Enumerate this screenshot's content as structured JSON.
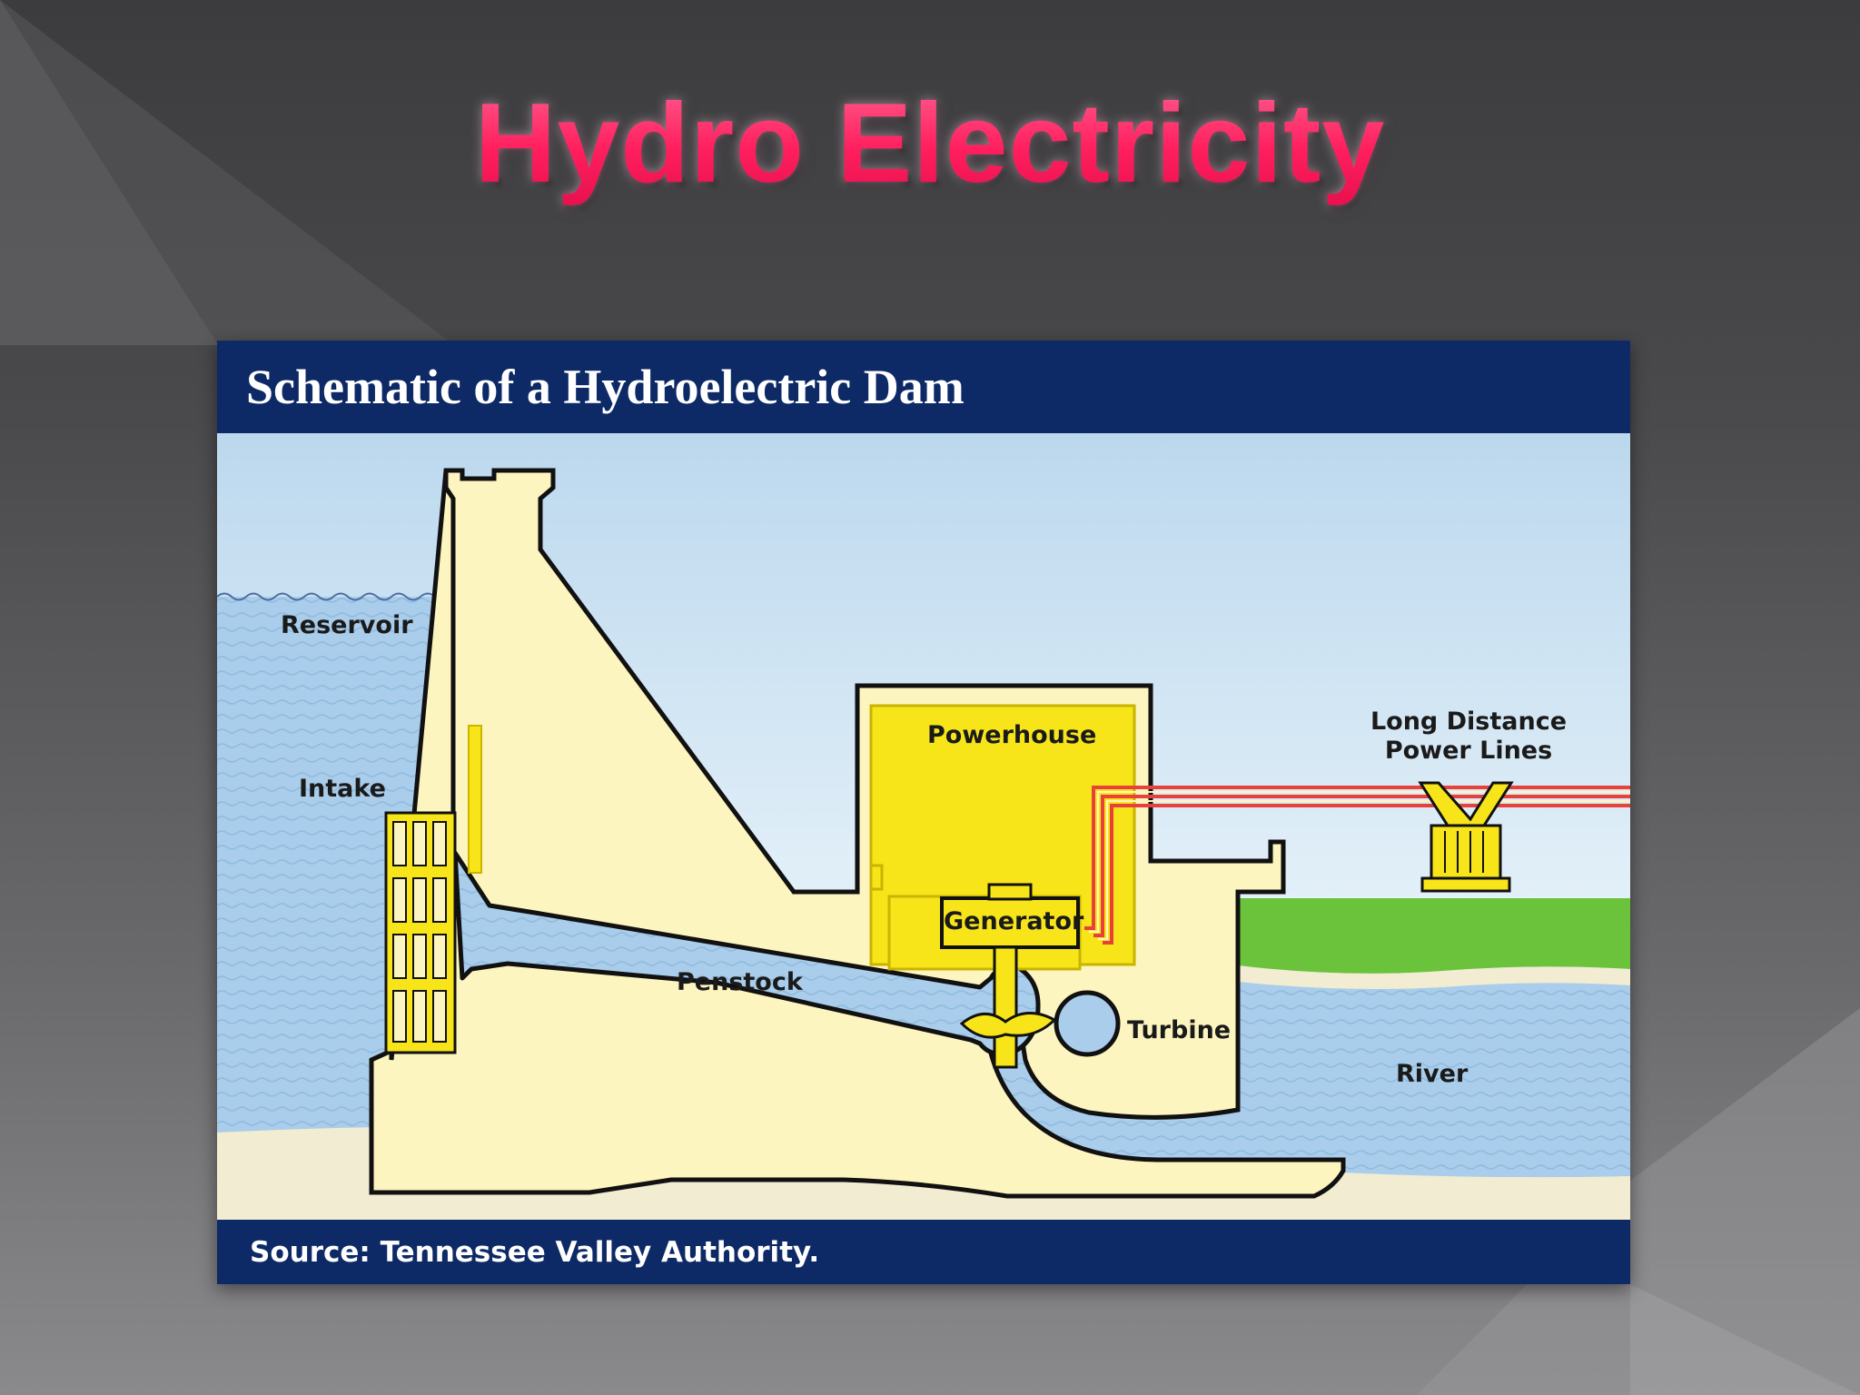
{
  "slide": {
    "title": "Hydro Electricity"
  },
  "figure": {
    "title": "Schematic of a Hydroelectric Dam",
    "source": "Source: Tennessee Valley Authority.",
    "labels": {
      "reservoir": "Reservoir",
      "intake": "Intake",
      "powerhouse": "Powerhouse",
      "generator": "Generator",
      "penstock": "Penstock",
      "turbine": "Turbine",
      "power_lines_line1": "Long Distance",
      "power_lines_line2": "Power Lines",
      "river": "River"
    }
  },
  "colors": {
    "title": "#ff2f6e",
    "header_band": "#0d2a66",
    "water": "#a9cdea",
    "sky": "#dcecf7",
    "dam": "#fdf5bf",
    "powerhouse": "#f7e51a",
    "ground": "#6bc33c",
    "power_line": "#e8403a"
  }
}
